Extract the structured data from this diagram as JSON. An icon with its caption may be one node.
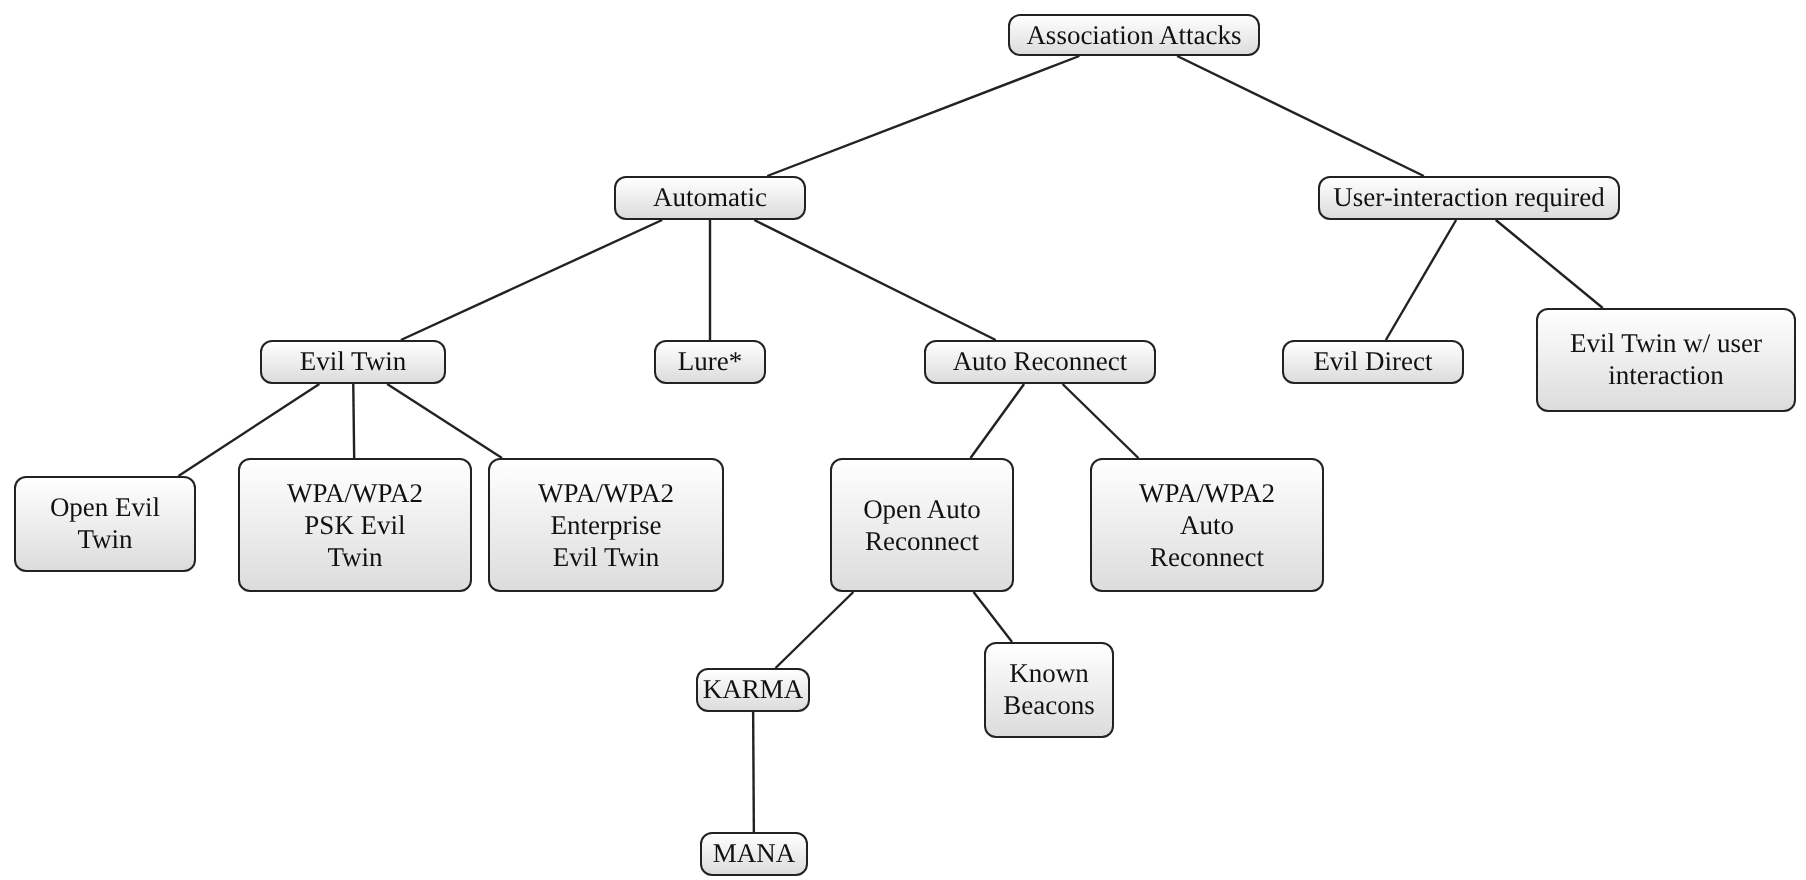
{
  "diagram": {
    "nodes": [
      {
        "text": [
          "Association Attacks"
        ]
      },
      {
        "text": [
          "Automatic"
        ]
      },
      {
        "text": [
          "User-interaction required"
        ]
      },
      {
        "text": [
          "Evil Twin"
        ]
      },
      {
        "text": [
          "Lure*"
        ]
      },
      {
        "text": [
          "Auto Reconnect"
        ]
      },
      {
        "text": [
          "Evil Direct"
        ]
      },
      {
        "text": [
          "Evil Twin w/ user interaction"
        ]
      },
      {
        "text": [
          "Open Evil Twin"
        ]
      },
      {
        "text": [
          "WPA/WPA2 PSK Evil Twin"
        ]
      },
      {
        "text": [
          "WPA/WPA2 Enterprise Evil Twin"
        ]
      },
      {
        "text": [
          "Open Auto Reconnect"
        ]
      },
      {
        "text": [
          "WPA/WPA2 Auto Reconnect"
        ]
      },
      {
        "text": [
          "KARMA"
        ]
      },
      {
        "text": [
          "Known Beacons"
        ]
      },
      {
        "text": [
          "MANA"
        ]
      }
    ],
    "edges": [
      {
        "from": 0,
        "to": 1,
        "arrow": "none"
      },
      {
        "from": 0,
        "to": 2,
        "arrow": "none"
      },
      {
        "from": 1,
        "to": 3,
        "arrow": "none"
      },
      {
        "from": 1,
        "to": 4,
        "arrow": "none"
      },
      {
        "from": 1,
        "to": 5,
        "arrow": "none"
      },
      {
        "from": 2,
        "to": 6,
        "arrow": "none"
      },
      {
        "from": 2,
        "to": 7,
        "arrow": "none"
      },
      {
        "from": 3,
        "to": 8,
        "arrow": "none"
      },
      {
        "from": 3,
        "to": 9,
        "arrow": "none"
      },
      {
        "from": 3,
        "to": 10,
        "arrow": "none"
      },
      {
        "from": 5,
        "to": 11,
        "arrow": "none"
      },
      {
        "from": 5,
        "to": 12,
        "arrow": "none"
      },
      {
        "from": 11,
        "to": 13,
        "arrow": "none"
      },
      {
        "from": 11,
        "to": 14,
        "arrow": "none"
      },
      {
        "from": 13,
        "to": 15,
        "arrow": "none"
      }
    ]
  }
}
